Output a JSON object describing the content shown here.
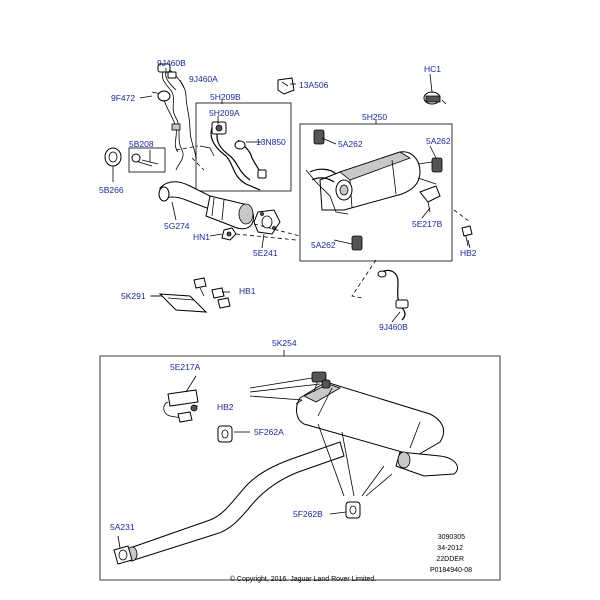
{
  "labels": {
    "9J460B_top": "9J460B",
    "9J460A": "9J460A",
    "9F472": "9F472",
    "5H209B": "5H209B",
    "13A506": "13A506",
    "HC1": "HC1",
    "5H209A": "5H209A",
    "13N850": "13N850",
    "5H250": "5H250",
    "5B208": "5B208",
    "5A262_a": "5A262",
    "5A262_b": "5A262",
    "5A262_c": "5A262",
    "5B266": "5B266",
    "5G274": "5G274",
    "5E217B": "5E217B",
    "HN1": "HN1",
    "5E241": "5E241",
    "HB2_top": "HB2",
    "5K291": "5K291",
    "HB1": "HB1",
    "9J460B_bottom": "9J460B",
    "5K254": "5K254",
    "5E217A": "5E217A",
    "HB2_bottom": "HB2",
    "5F262A": "5F262A",
    "5F262B": "5F262B",
    "5A231": "5A231"
  },
  "meta": {
    "line1": "3090305",
    "line2": "34-2012",
    "line3": "22DDER",
    "line4": "P0184940-08"
  },
  "copyright": "© Copyright, 2016. Jaguar Land Rover Limited."
}
